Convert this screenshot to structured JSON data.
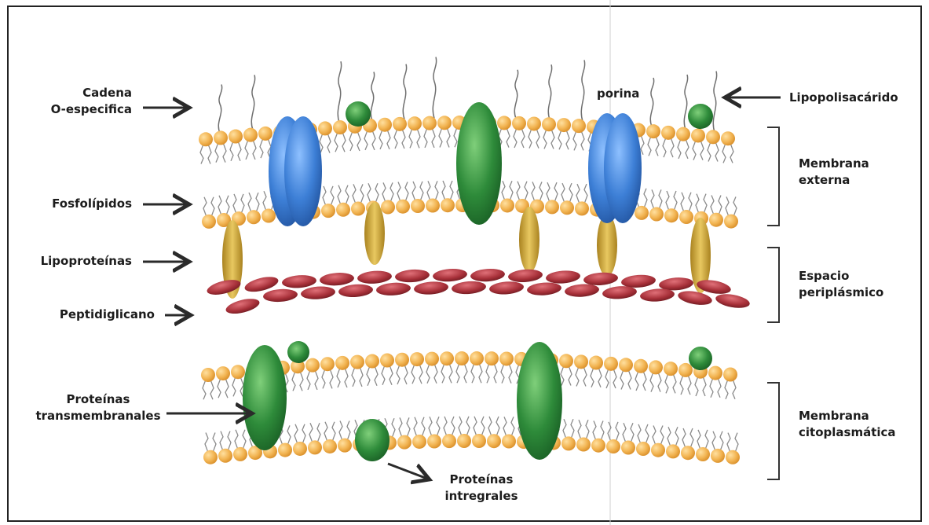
{
  "labels": {
    "cadena": [
      "Cadena",
      "O-especifica"
    ],
    "fosfolipidos": "Fosfolípidos",
    "lipoproteinas": "Lipoproteínas",
    "peptidiglicano": "Peptidiglicano",
    "proteinas_transmembranales": [
      "Proteínas",
      "transmembranales"
    ],
    "proteinas_integrales": [
      "Proteínas",
      "intregrales"
    ],
    "porina": "porina",
    "lipopolisacarido": "Lipopolisacárido",
    "membrana_externa": [
      "Membrana",
      "externa"
    ],
    "espacio_periplasmico": [
      "Espacio",
      "periplásmico"
    ],
    "membrana_citoplasmatica": [
      "Membrana",
      "citoplasmática"
    ]
  },
  "colors": {
    "lipid_head": "#f2b452",
    "lipid_tail": "#8a8a8a",
    "porin": "#3d7fd6",
    "green_protein": "#2e8b3a",
    "lipoprotein": "#d4a838",
    "peptidoglycan": "#a8313a",
    "arrow": "#2a2a2a"
  },
  "icons": [
    "arrow-right-icon",
    "arrow-left-icon",
    "bracket-icon"
  ]
}
